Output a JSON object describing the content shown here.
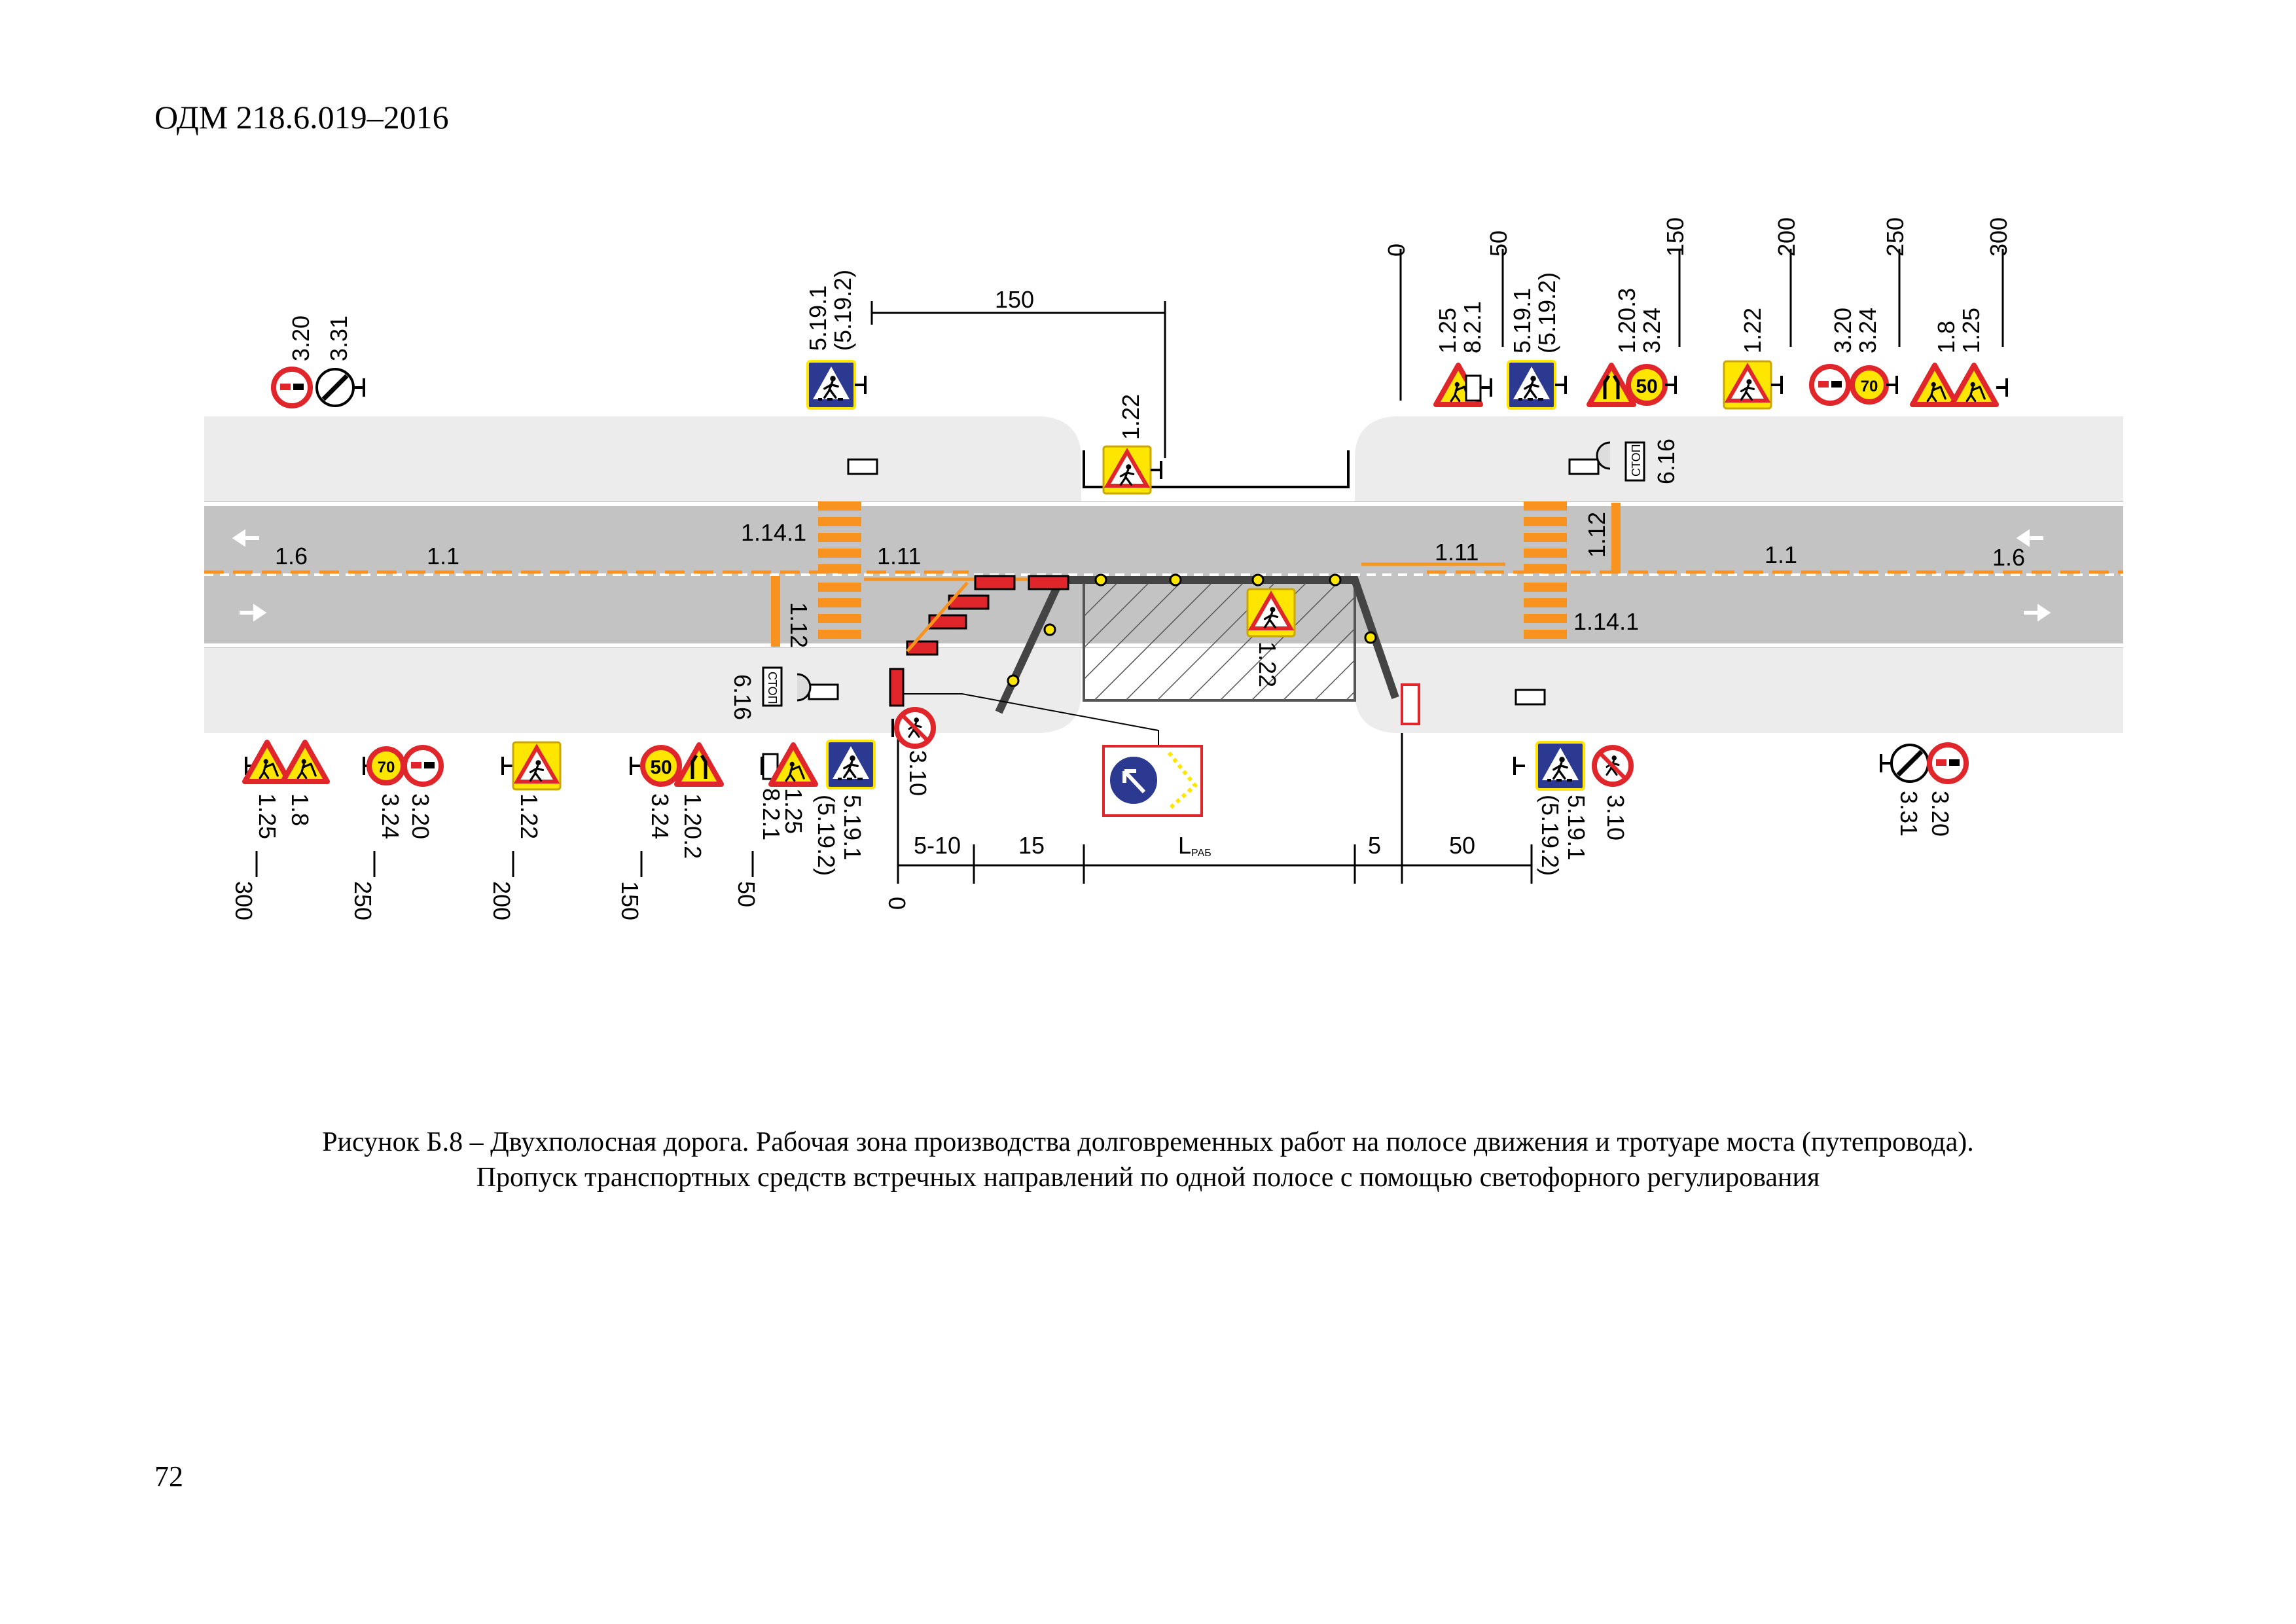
{
  "header": {
    "doc_code": "ОДМ 218.6.019–2016"
  },
  "caption": {
    "line1": "Рисунок Б.8 – Двухполосная дорога. Рабочая зона производства долговременных работ на полосе движения и тротуаре моста (путепровода).",
    "line2": "Пропуск транспортных средств встречных направлений по одной полосе с помощью светофорного регулирования"
  },
  "page": {
    "number": "72"
  },
  "diagram": {
    "markings": {
      "m1_1_left": "1.1",
      "m1_6_left": "1.6",
      "m1_14_1_top": "1.14.1",
      "m1_11_left": "1.11",
      "m1_12_left": "1.12",
      "m1_11_right": "1.11",
      "m1_12_right": "1.12",
      "m1_1_right": "1.1",
      "m1_6_right": "1.6",
      "m1_14_1_bottom": "1.14.1"
    },
    "dims": {
      "d150": "150",
      "d5_10": "5-10",
      "d15": "15",
      "l_main": "L",
      "l_sub": "РАБ",
      "d5": "5",
      "d50": "50"
    },
    "top_ticks": [
      "0",
      "50",
      "150",
      "200",
      "250",
      "300"
    ],
    "top_groups": [
      {
        "a": "3.31",
        "b": "3.20"
      },
      {
        "a": "(5.19.2)",
        "b": "5.19.1"
      },
      {
        "a": "1.22"
      },
      {
        "a": "8.2.1",
        "b": "1.25"
      },
      {
        "a": "(5.19.2)",
        "b": "5.19.1"
      },
      {
        "a": "3.24",
        "b": "1.20.3"
      },
      {
        "a": "1.22"
      },
      {
        "a": "3.24",
        "b": "3.20"
      },
      {
        "a": "1.25",
        "b": "1.8"
      }
    ],
    "stop_sign": "СТОП",
    "sign_6_16_top": "6.16",
    "sign_6_16_bottom": "6.16",
    "sign_1_22_zone": "1.22",
    "bottom_groups": [
      {
        "a": "1.8",
        "b": "1.25",
        "tick": "300"
      },
      {
        "a": "3.20",
        "b": "3.24",
        "tick": "250"
      },
      {
        "a": "1.22",
        "tick": "200"
      },
      {
        "a": "1.20.2",
        "b": "3.24",
        "tick": "150"
      },
      {
        "a": "1.25",
        "b": "8.2.1",
        "tick": "50"
      },
      {
        "a": "5.19.1",
        "b": "(5.19.2)",
        "tick": "0"
      },
      {
        "a": "3.10"
      },
      {
        "a": "5.19.1",
        "b": "(5.19.2)"
      },
      {
        "a": "3.10"
      },
      {
        "a": "3.20",
        "b": "3.31"
      }
    ],
    "speed_50": "50",
    "speed_70": "70",
    "colors": {
      "road": "#c3c3c3",
      "sidewalk": "#ececec",
      "marking": "#f7931e",
      "sign_red": "#e0262b",
      "sign_yellow": "#ffe600",
      "sign_blue": "#2b3990"
    }
  }
}
